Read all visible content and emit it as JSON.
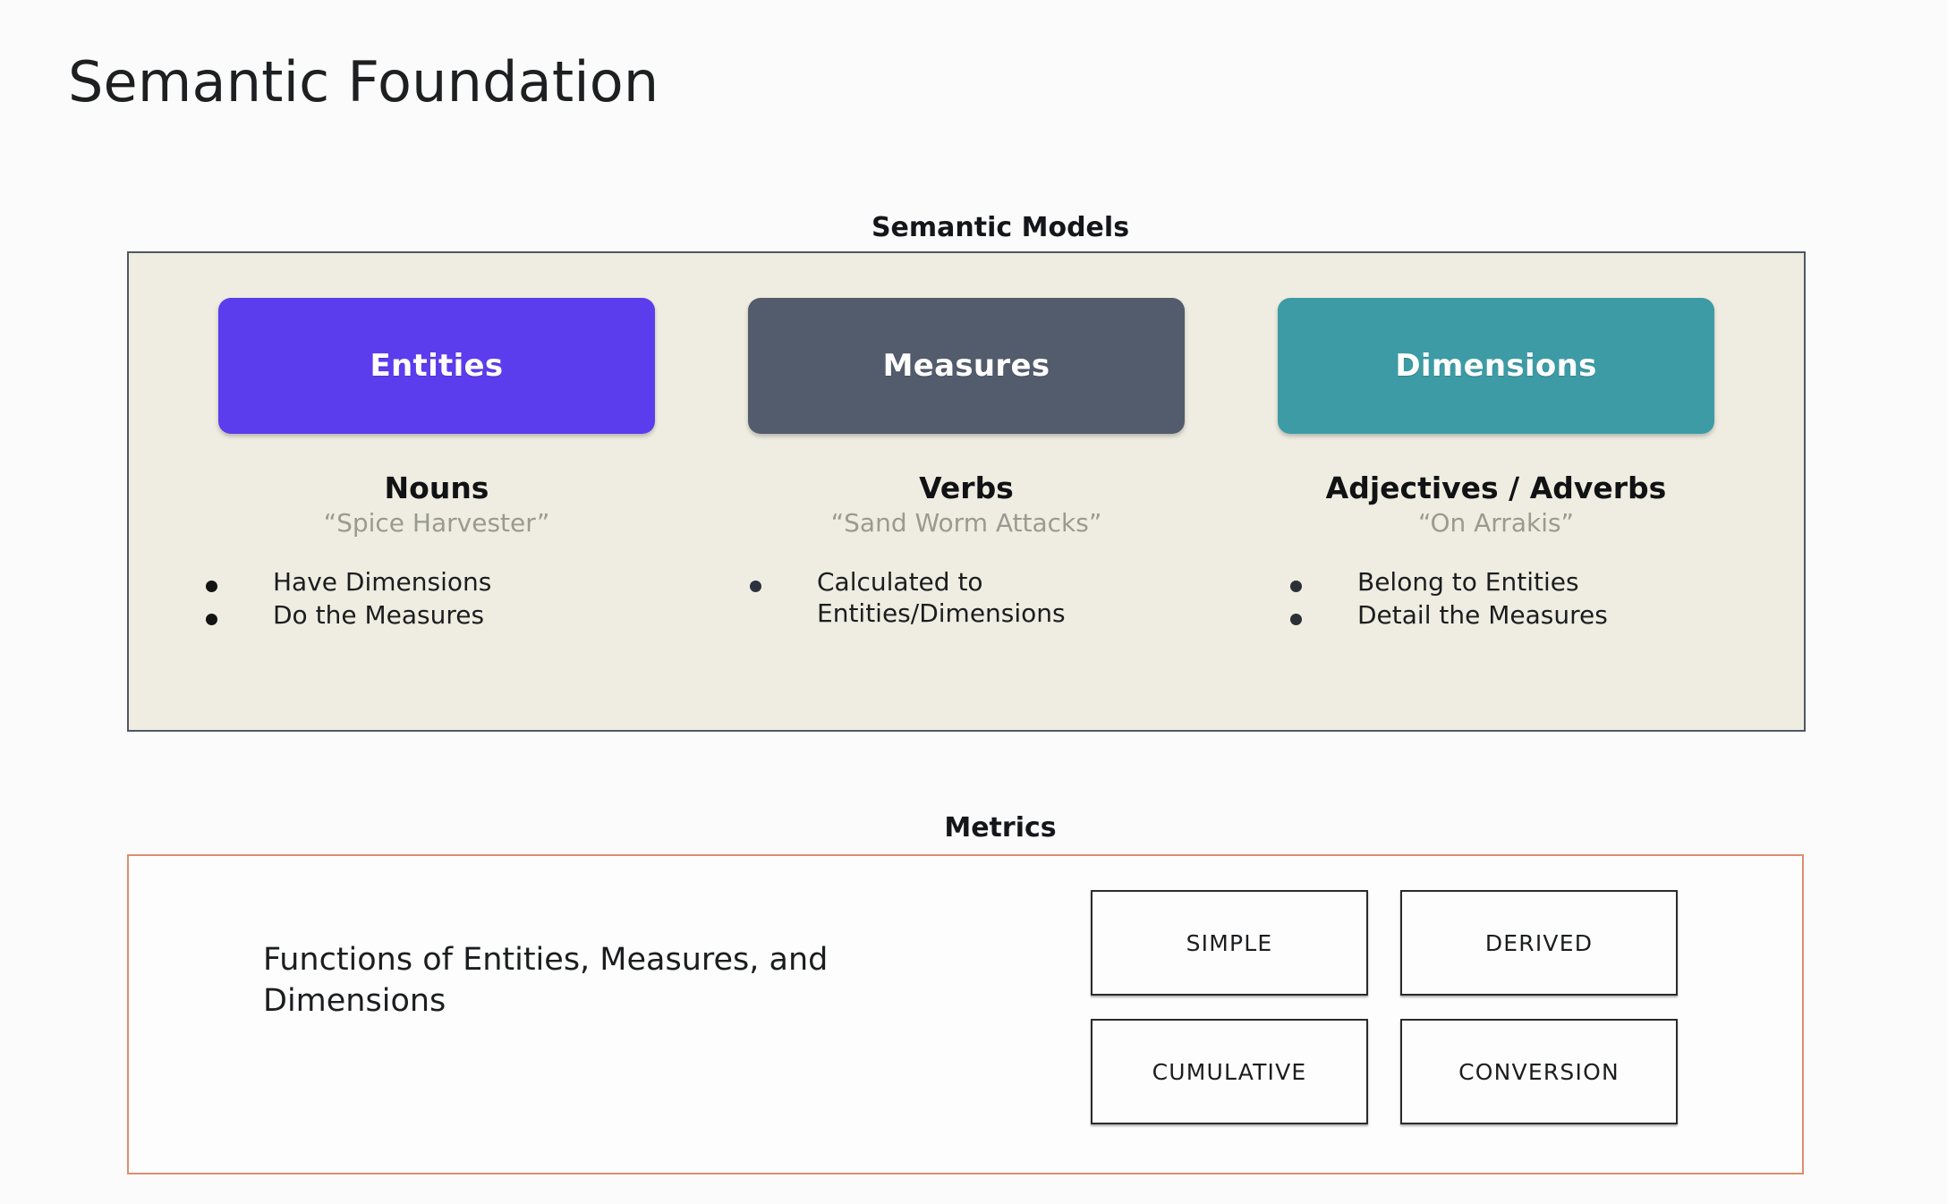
{
  "page": {
    "title": "Semantic Foundation",
    "background_color": "#FAFBFA"
  },
  "semantic_models": {
    "caption": "Semantic Models",
    "panel_fill": "#EFEDE1",
    "panel_border": "#4F5763",
    "columns": [
      {
        "chip_label": "Entities",
        "chip_color": "#5B3DEE",
        "part_of_speech": "Nouns",
        "example": "“Spice Harvester”",
        "bullets": [
          "Have Dimensions",
          "Do the Measures"
        ]
      },
      {
        "chip_label": "Measures",
        "chip_color": "#535C6C",
        "part_of_speech": "Verbs",
        "example": "“Sand Worm Attacks”",
        "bullets": [
          "Calculated to Entities/Dimensions"
        ]
      },
      {
        "chip_label": "Dimensions",
        "chip_color": "#3D9BA5",
        "part_of_speech": "Adjectives / Adverbs",
        "example": "“On Arrakis”",
        "bullets": [
          "Belong to Entities",
          "Detail the Measures"
        ]
      }
    ]
  },
  "metrics": {
    "caption": "Metrics",
    "panel_border": "#DD8D6E",
    "description": "Functions of Entities, Measures, and Dimensions",
    "types": [
      {
        "label": "SIMPLE"
      },
      {
        "label": "DERIVED"
      },
      {
        "label": "CUMULATIVE"
      },
      {
        "label": "CONVERSION"
      }
    ]
  }
}
